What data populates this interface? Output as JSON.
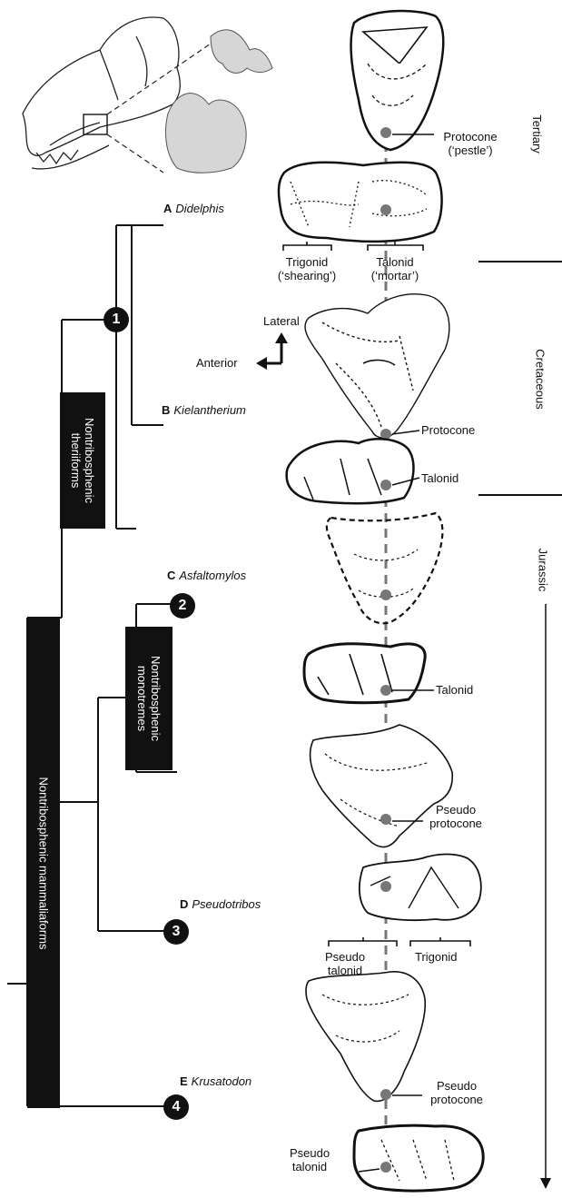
{
  "taxa": [
    {
      "letter": "A",
      "name": "Didelphis"
    },
    {
      "letter": "B",
      "name": "Kielantherium"
    },
    {
      "letter": "C",
      "name": "Asfaltomylos"
    },
    {
      "letter": "D",
      "name": "Pseudotribos"
    },
    {
      "letter": "E",
      "name": "Krusatodon"
    }
  ],
  "nodes": [
    "1",
    "2",
    "3",
    "4"
  ],
  "groups": {
    "theriiforms": [
      "Nontribosphenic",
      "theriiforms"
    ],
    "monotremes": [
      "Nontribosphenic",
      "monotremes"
    ],
    "mammaliaforms": "Nontribosphenic mammaliaforms"
  },
  "periods": [
    "Tertiary",
    "Cretaceous",
    "Jurassic"
  ],
  "orientation": {
    "lateral": "Lateral",
    "anterior": "Anterior"
  },
  "labels": {
    "protocone_pestle": [
      "Protocone",
      "(‘pestle’)"
    ],
    "trigonid_shearing": [
      "Trigonid",
      "(‘shearing’)"
    ],
    "talonid_mortar": [
      "Talonid",
      "(‘mortar’)"
    ],
    "protocone": "Protocone",
    "talonid_b": "Talonid",
    "talonid_c": "Talonid",
    "pseudo_protocone_d": [
      "Pseudo",
      "protocone"
    ],
    "pseudo_talonid_d": [
      "Pseudo",
      "talonid"
    ],
    "trigonid_d": "Trigonid",
    "pseudo_protocone_e": [
      "Pseudo",
      "protocone"
    ],
    "pseudo_talonid_e": [
      "Pseudo",
      "talonid"
    ]
  }
}
